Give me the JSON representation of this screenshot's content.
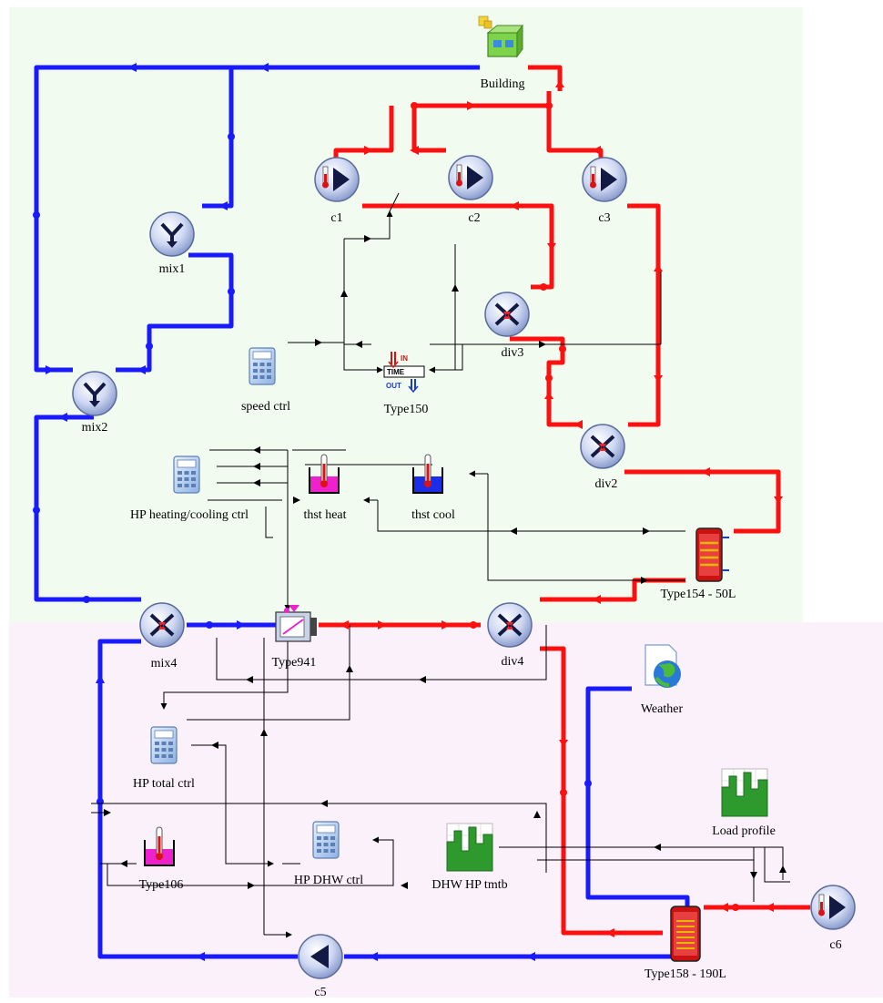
{
  "colors": {
    "upper_zone": "#f1fbef",
    "lower_zone": "#fbf1fb",
    "hot_pipe": "#ff1010",
    "cold_pipe": "#1a1aff",
    "signal": "#000000"
  },
  "components": {
    "building": "Building",
    "c1": "c1",
    "c2": "c2",
    "c3": "c3",
    "mix1": "mix1",
    "mix2": "mix2",
    "mix4": "mix4",
    "div2": "div2",
    "div3": "div3",
    "div4": "div4",
    "speed_ctrl": "speed ctrl",
    "type150": "Type150",
    "hp_heating_cooling_ctrl": "HP heating/cooling ctrl",
    "thst_heat": "thst heat",
    "thst_cool": "thst cool",
    "type154": "Type154 - 50L",
    "type941": "Type941",
    "weather": "Weather",
    "hp_total_ctrl": "HP total ctrl",
    "load_profile": "Load profile",
    "type106": "Type106",
    "hp_dhw_ctrl": "HP DHW ctrl",
    "dhw_hp_tmtb": "DHW HP tmtb",
    "c5": "c5",
    "c6": "c6",
    "type158": "Type158 - 190L"
  },
  "type150_icon": {
    "in": "IN",
    "time": "TIME",
    "out": "OUT"
  },
  "icons": {
    "building": "building-icon",
    "pump": "pump-icon",
    "mixer": "mixer-icon",
    "diverter": "diverter-icon",
    "calculator": "calculator-icon",
    "thermostat": "thermostat-icon",
    "tank": "tank-icon",
    "heat_pump": "heat-pump-icon",
    "weather": "weather-icon",
    "chart": "bar-chart-icon",
    "time_converter": "time-converter-icon"
  }
}
